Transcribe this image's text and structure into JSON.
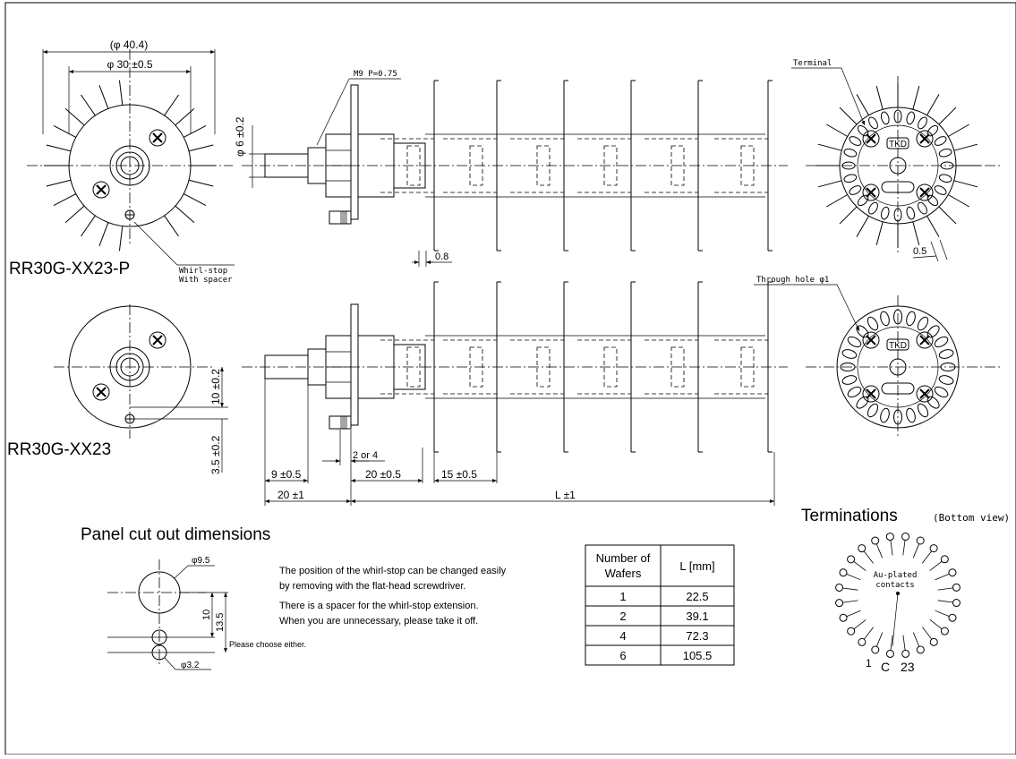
{
  "top_view": {
    "model": "RR30G-XX23-P",
    "dia_outer": "(φ 40.4)",
    "dia_inner": "φ 30 ±0.5",
    "shaft_dia": "φ 6 ±0.2",
    "thread": "M9 P=0.75",
    "plate_thickness": "0.8",
    "whirl_stop_line1": "Whirl-stop",
    "whirl_stop_line2": "With spacer",
    "terminal_label": "Terminal",
    "tkd_logo": "TKD",
    "pitch": "0.5"
  },
  "bottom_view": {
    "model": "RR30G-XX23",
    "through_hole": "Through hole φ1",
    "tkd_logo": "TKD",
    "dim_10": "10 ±0.2",
    "dim_35": "3.5 ±0.2",
    "dim_2or4": "2 or 4",
    "dim_9": "9 ±0.5",
    "dim_20a": "20 ±0.5",
    "dim_15": "15 ±0.5",
    "dim_20b": "20 ±1",
    "dim_L": "L ±1"
  },
  "panel": {
    "title": "Panel cut out dimensions",
    "hole_large": "φ9.5",
    "hole_small": "φ3.2",
    "dim_10": "10",
    "dim_135": "13.5",
    "choose_note": "Please choose either.",
    "note1_line1": "The position of the whirl-stop can be changed easily",
    "note1_line2": "by removing with the flat-head screwdriver.",
    "note2_line1": "There is a spacer for the whirl-stop extension.",
    "note2_line2": "When you are unnecessary, please take it off."
  },
  "table": {
    "headers": [
      "Number of Wafers",
      "L [mm]"
    ],
    "rows": [
      [
        "1",
        "22.5"
      ],
      [
        "2",
        "39.1"
      ],
      [
        "4",
        "72.3"
      ],
      [
        "6",
        "105.5"
      ]
    ]
  },
  "terminations": {
    "title": "Terminations",
    "subtitle": "(Bottom view)",
    "center_label_1": "Au-plated",
    "center_label_2": "contacts",
    "pin_1": "1",
    "pin_c": "C",
    "pin_23": "23"
  }
}
